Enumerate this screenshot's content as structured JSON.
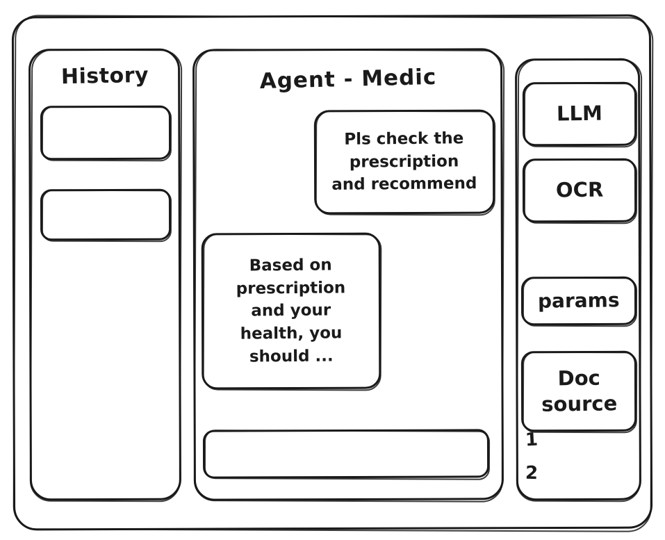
{
  "window": {
    "name": "agent-medic-wireframe"
  },
  "sidebar": {
    "title": "History",
    "items": [
      {
        "label": ""
      },
      {
        "label": ""
      }
    ]
  },
  "main": {
    "title": "Agent - Medic",
    "messages": [
      {
        "role": "user",
        "text": "Pls check the\nprescription\nand recommend"
      },
      {
        "role": "assistant",
        "text": "Based on\nprescription\nand your\nhealth, you\nshould ..."
      }
    ],
    "composer": {
      "value": "",
      "placeholder": ""
    }
  },
  "tools": {
    "items": [
      {
        "label": "LLM"
      },
      {
        "label": "OCR"
      },
      {
        "label": "params"
      },
      {
        "label": "Doc\nsource"
      }
    ],
    "doc_sources": [
      {
        "marker": "1"
      },
      {
        "marker": "2"
      }
    ]
  },
  "colors": {
    "stroke": "#1a1a1a",
    "background": "#ffffff"
  }
}
